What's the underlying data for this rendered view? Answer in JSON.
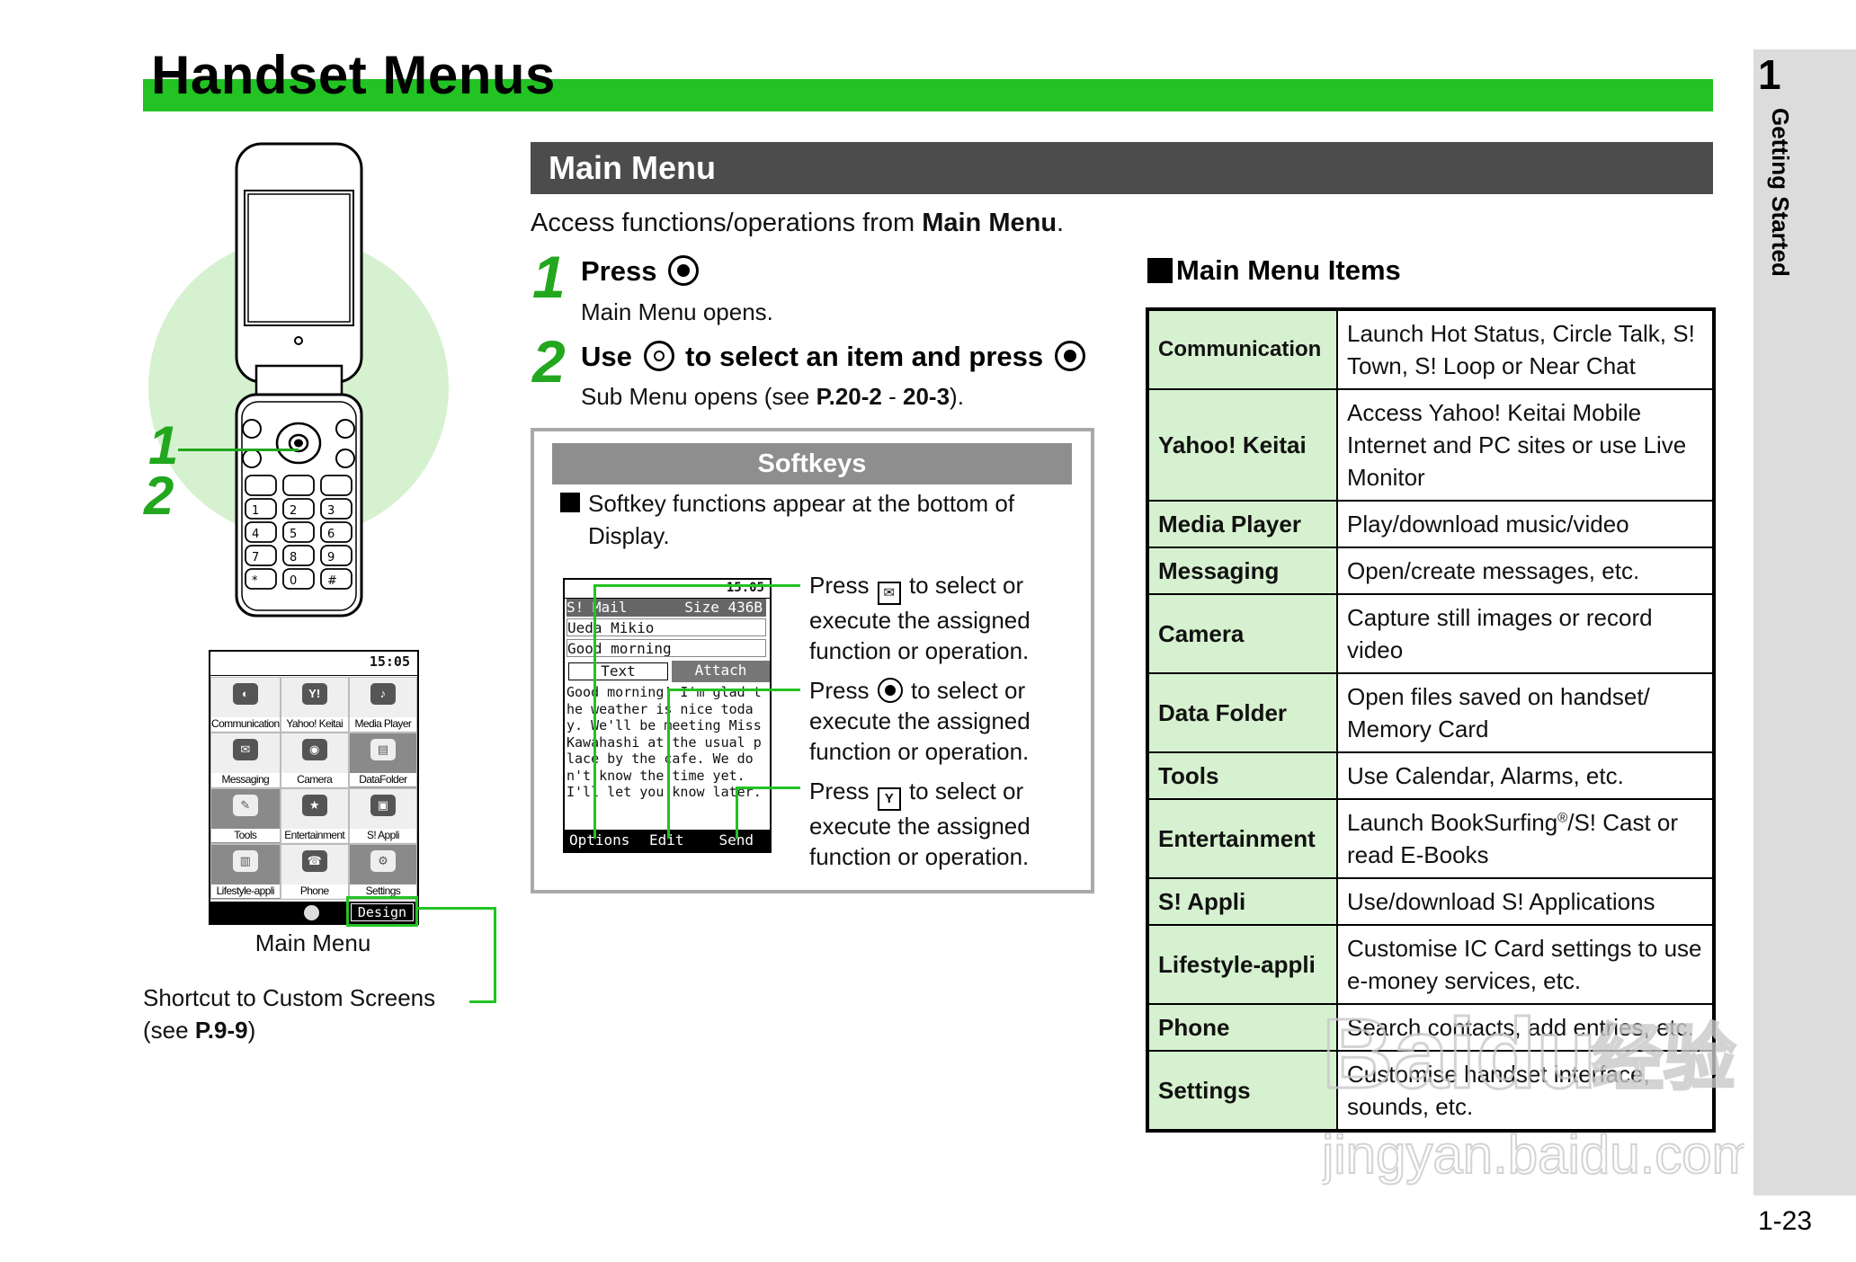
{
  "header": {
    "title": "Handset Menus"
  },
  "side_tab": {
    "chapter_number": "1",
    "chapter_label": "Getting Started"
  },
  "page_number": "1-23",
  "left_panel": {
    "callouts": [
      "1",
      "2"
    ],
    "menu_screen": {
      "time": "15:05",
      "items": [
        {
          "label": "Communication",
          "icon": "communication-icon"
        },
        {
          "label": "Yahoo! Keitai",
          "icon": "yahoo-icon"
        },
        {
          "label": "Media Player",
          "icon": "media-player-icon"
        },
        {
          "label": "Messaging",
          "icon": "messaging-icon"
        },
        {
          "label": "Camera",
          "icon": "camera-icon"
        },
        {
          "label": "DataFolder",
          "icon": "data-folder-icon"
        },
        {
          "label": "Tools",
          "icon": "tools-icon"
        },
        {
          "label": "Entertainment",
          "icon": "entertainment-icon"
        },
        {
          "label": "S! Appli",
          "icon": "s-appli-icon"
        },
        {
          "label": "Lifestyle-appli",
          "icon": "lifestyle-appli-icon"
        },
        {
          "label": "Phone",
          "icon": "phone-icon"
        },
        {
          "label": "Settings",
          "icon": "settings-icon"
        }
      ],
      "softkey_right": "Design"
    },
    "caption": "Main Menu",
    "shortcut_line1": "Shortcut to Custom Screens",
    "shortcut_prefix": "(see ",
    "shortcut_ref": "P.9-9",
    "shortcut_suffix": ")"
  },
  "main_menu": {
    "section_title": "Main Menu",
    "intro_prefix": "Access functions/operations from ",
    "intro_bold": "Main Menu",
    "intro_suffix": ".",
    "steps": [
      {
        "number": "1",
        "head_prefix": "Press",
        "head_suffix": "",
        "sub": "Main Menu opens."
      },
      {
        "number": "2",
        "head_prefix": "Use",
        "head_middle": "to select an item and press",
        "sub_prefix": "Sub Menu opens (see ",
        "sub_ref1": "P.20-2",
        "sub_sep": " - ",
        "sub_ref2": "20-3",
        "sub_suffix": ")."
      }
    ]
  },
  "softkeys": {
    "title": "Softkeys",
    "note": "Softkey functions appear at the bottom of Display.",
    "mail_screen": {
      "time": "15:05",
      "line1": "S! Mail",
      "size": "Size 436B",
      "to": "Ueda Mikio",
      "subject": "Good morning",
      "tab_text": "Text",
      "tab_attach": "Attach",
      "body": "Good morning! I'm glad the weather is nice today. We'll be meeting Miss Kawahashi at the usual place by the cafe. We don't know the time yet. I'll let you know later.",
      "soft_left": "Options",
      "soft_center": "Edit",
      "soft_right": "Send"
    },
    "press_prefix": "Press",
    "press_suffix": "to select or execute the assigned function or operation."
  },
  "items": {
    "heading": "Main Menu Items",
    "rows": [
      {
        "name": "Communication",
        "desc": "Launch Hot Status, Circle Talk, S! Town, S! Loop or Near Chat"
      },
      {
        "name": "Yahoo! Keitai",
        "desc": "Access Yahoo! Keitai Mobile Internet and PC sites or use Live Monitor"
      },
      {
        "name": "Media Player",
        "desc": "Play/download music/video"
      },
      {
        "name": "Messaging",
        "desc": "Open/create messages, etc."
      },
      {
        "name": "Camera",
        "desc": "Capture still images or record video"
      },
      {
        "name": "Data Folder",
        "desc": "Open files saved on handset/ Memory Card"
      },
      {
        "name": "Tools",
        "desc": "Use Calendar, Alarms, etc."
      },
      {
        "name": "Entertainment",
        "desc_prefix": "Launch BookSurfing",
        "desc_sup": "®",
        "desc_suffix": "/S! Cast or read E-Books"
      },
      {
        "name": "S! Appli",
        "desc": "Use/download S! Applications"
      },
      {
        "name": "Lifestyle-appli",
        "desc": "Customise IC Card settings to use e-money services, etc."
      },
      {
        "name": "Phone",
        "desc": "Search contacts, add entries, etc."
      },
      {
        "name": "Settings",
        "desc": "Customise handset interface, sounds, etc."
      }
    ]
  },
  "watermark": {
    "brand": "Baidu",
    "cn": "经验",
    "url": "jingyan.baidu.com"
  },
  "colors": {
    "accent_green": "#22c323",
    "number_green": "#22a71e",
    "light_green": "#d6f1cf",
    "section_gray": "#4c4c4c",
    "tab_gray": "#dcdcdc"
  }
}
